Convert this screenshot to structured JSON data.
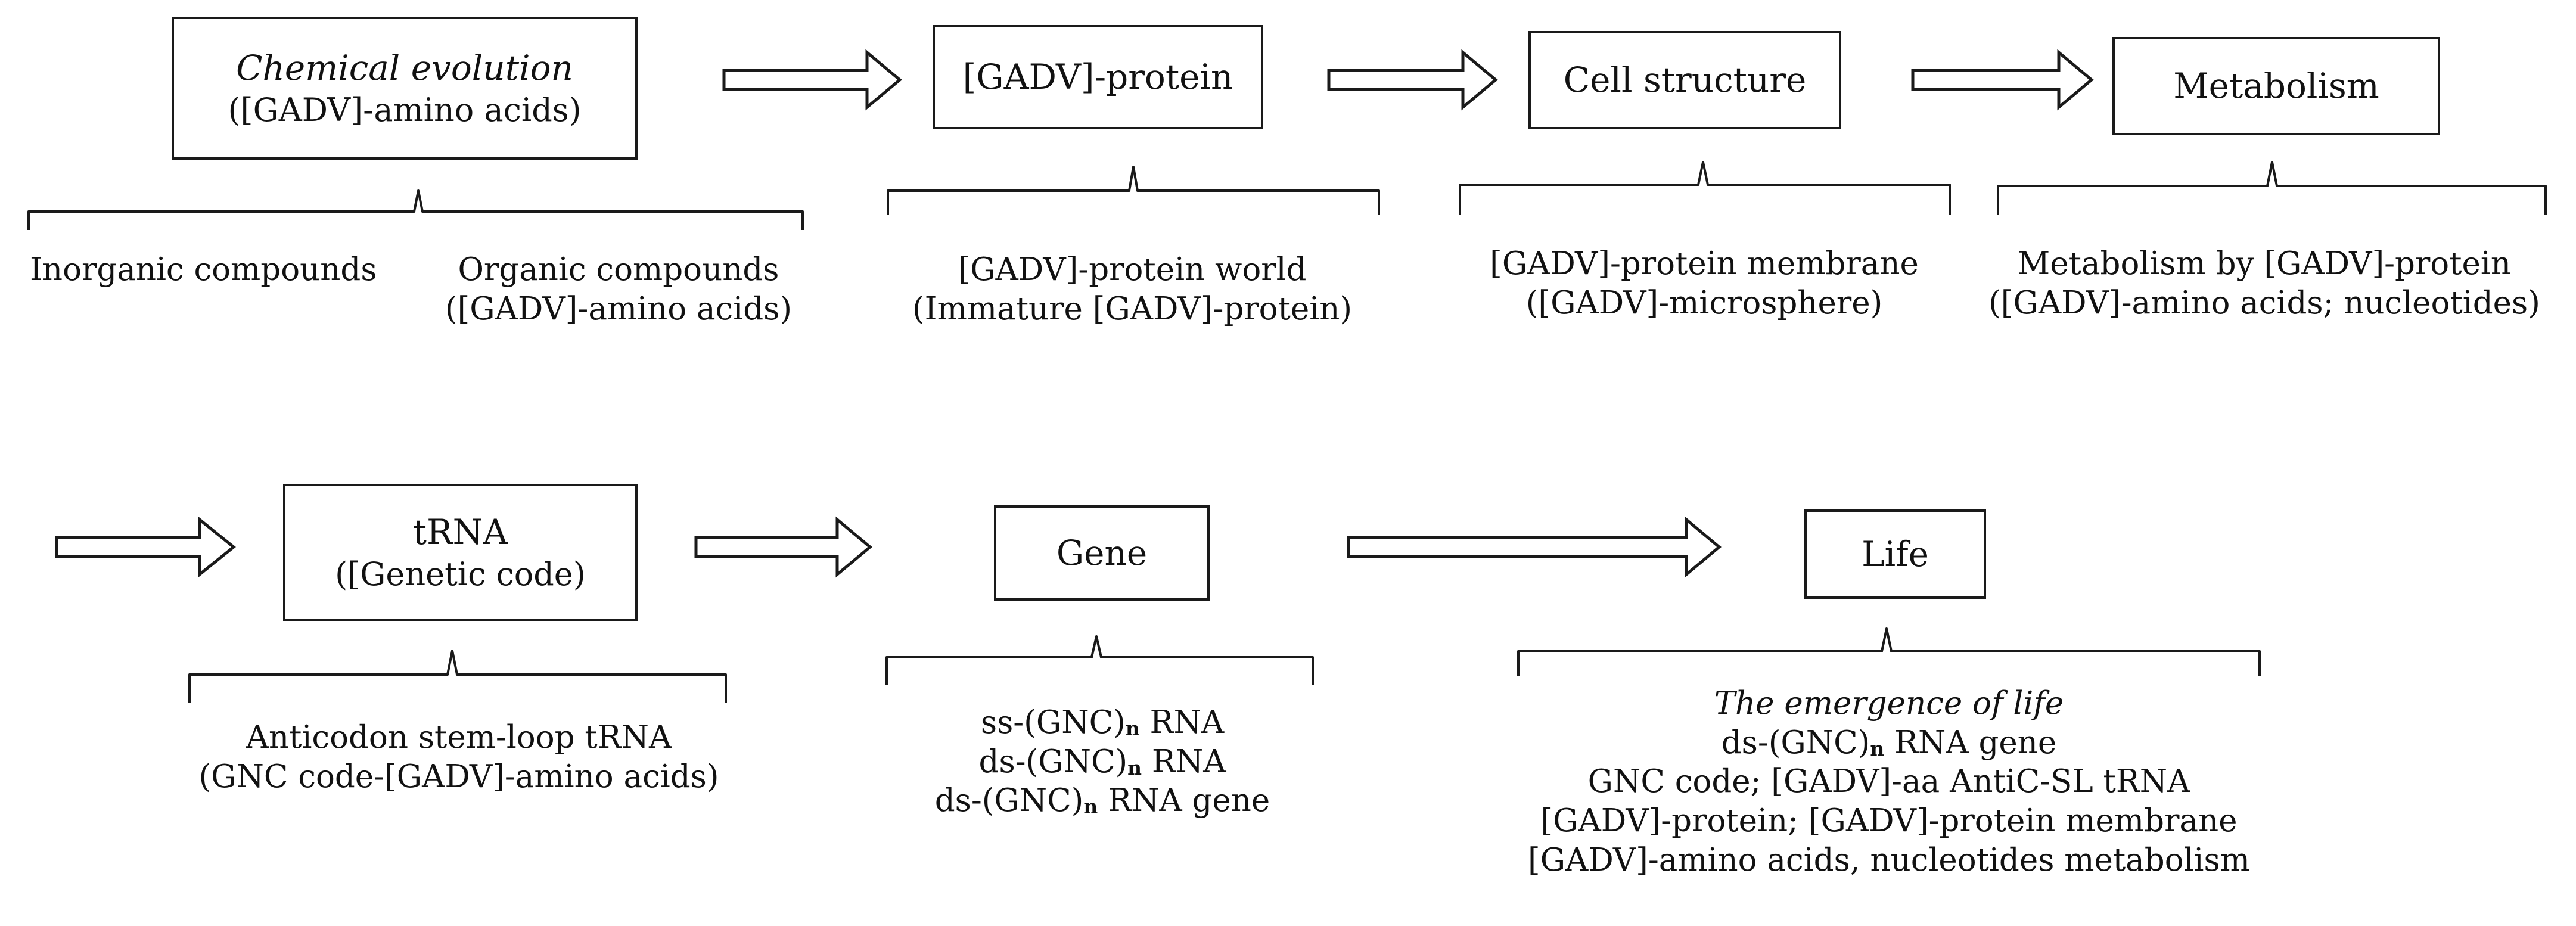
{
  "row1": {
    "box_chemical": {
      "title": "Chemical evolution",
      "subtitle": "([GADV]-amino acids)"
    },
    "box_protein": {
      "title": "[GADV]-protein"
    },
    "box_cell": {
      "title": "Cell structure"
    },
    "box_metabolism": {
      "title": "Metabolism"
    },
    "desc_inorganic": "Inorganic compounds",
    "desc_organic": {
      "line1": "Organic compounds",
      "line2": "([GADV]-amino acids)"
    },
    "desc_protein_world": {
      "line1": "[GADV]-protein world",
      "line2": "(Immature [GADV]-protein)"
    },
    "desc_membrane": {
      "line1": "[GADV]-protein membrane",
      "line2": "([GADV]-microsphere)"
    },
    "desc_metabolism": {
      "line1": "Metabolism by [GADV]-protein",
      "line2": "([GADV]-amino acids; nucleotides)"
    }
  },
  "row2": {
    "box_trna": {
      "title": "tRNA",
      "subtitle": "([Genetic code)"
    },
    "box_gene": {
      "title": "Gene"
    },
    "box_life": {
      "title": "Life"
    },
    "desc_trna": {
      "line1": "Anticodon stem-loop tRNA",
      "line2": "(GNC code-[GADV]-amino acids)"
    },
    "desc_gene": {
      "line1_pre": "ss-(GNC)",
      "line1_sub": "n",
      "line1_post": " RNA",
      "line2_pre": "ds-(GNC)",
      "line2_sub": "n",
      "line2_post": " RNA",
      "line3_pre": "ds-(GNC)",
      "line3_sub": "n",
      "line3_post": " RNA gene"
    },
    "desc_life": {
      "line1": "The emergence  of life",
      "line2_pre": "ds-(GNC)",
      "line2_sub": "n",
      "line2_post": " RNA gene",
      "line3": "GNC code; [GADV]-aa AntiC-SL tRNA",
      "line4": "[GADV]-protein; [GADV]-protein membrane",
      "line5": "[GADV]-amino acids, nucleotides metabolism"
    }
  },
  "colors": {
    "stroke": "#1a1a1a",
    "text": "#111111",
    "background": "#ffffff"
  }
}
